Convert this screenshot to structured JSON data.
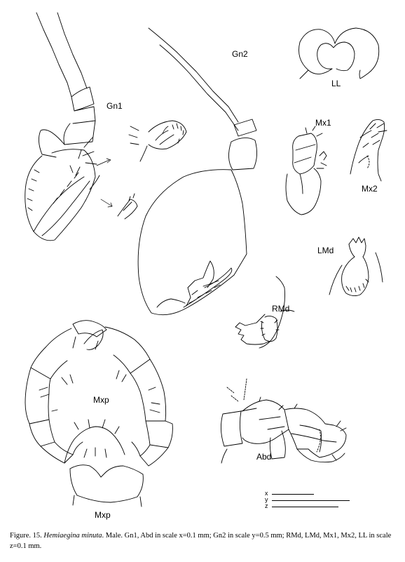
{
  "labels": {
    "gn1": "Gn1",
    "gn2": "Gn2",
    "ll": "LL",
    "mx1": "Mx1",
    "mx2": "Mx2",
    "lmd": "LMd",
    "rmd": "RMd",
    "mxp_center": "Mxp",
    "mxp_bottom": "Mxp",
    "abd": "Abd"
  },
  "scale_bars": [
    {
      "letter": "x"
    },
    {
      "letter": "y"
    },
    {
      "letter": "z"
    }
  ],
  "caption": {
    "prefix": "Figure. 15.",
    "species": "Hemiaegina minuta",
    "text": ". Male. Gn1, Abd in scale x=0.1 mm; Gn2 in scale y=0.5 mm; RMd, LMd, Mx1, Mx2, LL in scale z=0.1 mm."
  },
  "colors": {
    "line": "#000000",
    "background": "#ffffff"
  }
}
